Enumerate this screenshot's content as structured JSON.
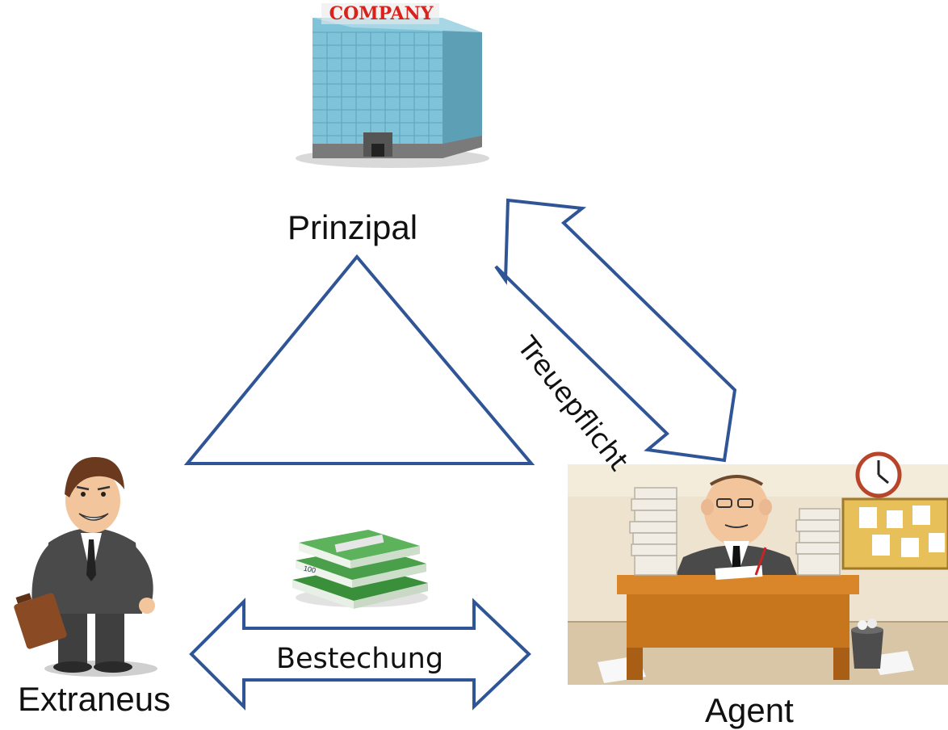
{
  "diagram": {
    "company_sign": "COMPANY",
    "nodes": {
      "prinzipal": "Prinzipal",
      "extraneus": "Extraneus",
      "agent": "Agent"
    },
    "relations": {
      "treuepflicht": "Treuepflicht",
      "bestechung": "Bestechung"
    },
    "banknote_denomination": "100"
  },
  "colors": {
    "outline": "#2f5597",
    "sign_red": "#d9221c",
    "building_glass": "#7ec3d8",
    "money_green": "#3a8f3a",
    "desk_orange": "#c8761e"
  },
  "icons": [
    "company-building-icon",
    "businessman-icon",
    "money-stack-icon",
    "office-agent-icon",
    "clock-icon",
    "pinboard-icon",
    "trash-bin-icon"
  ]
}
